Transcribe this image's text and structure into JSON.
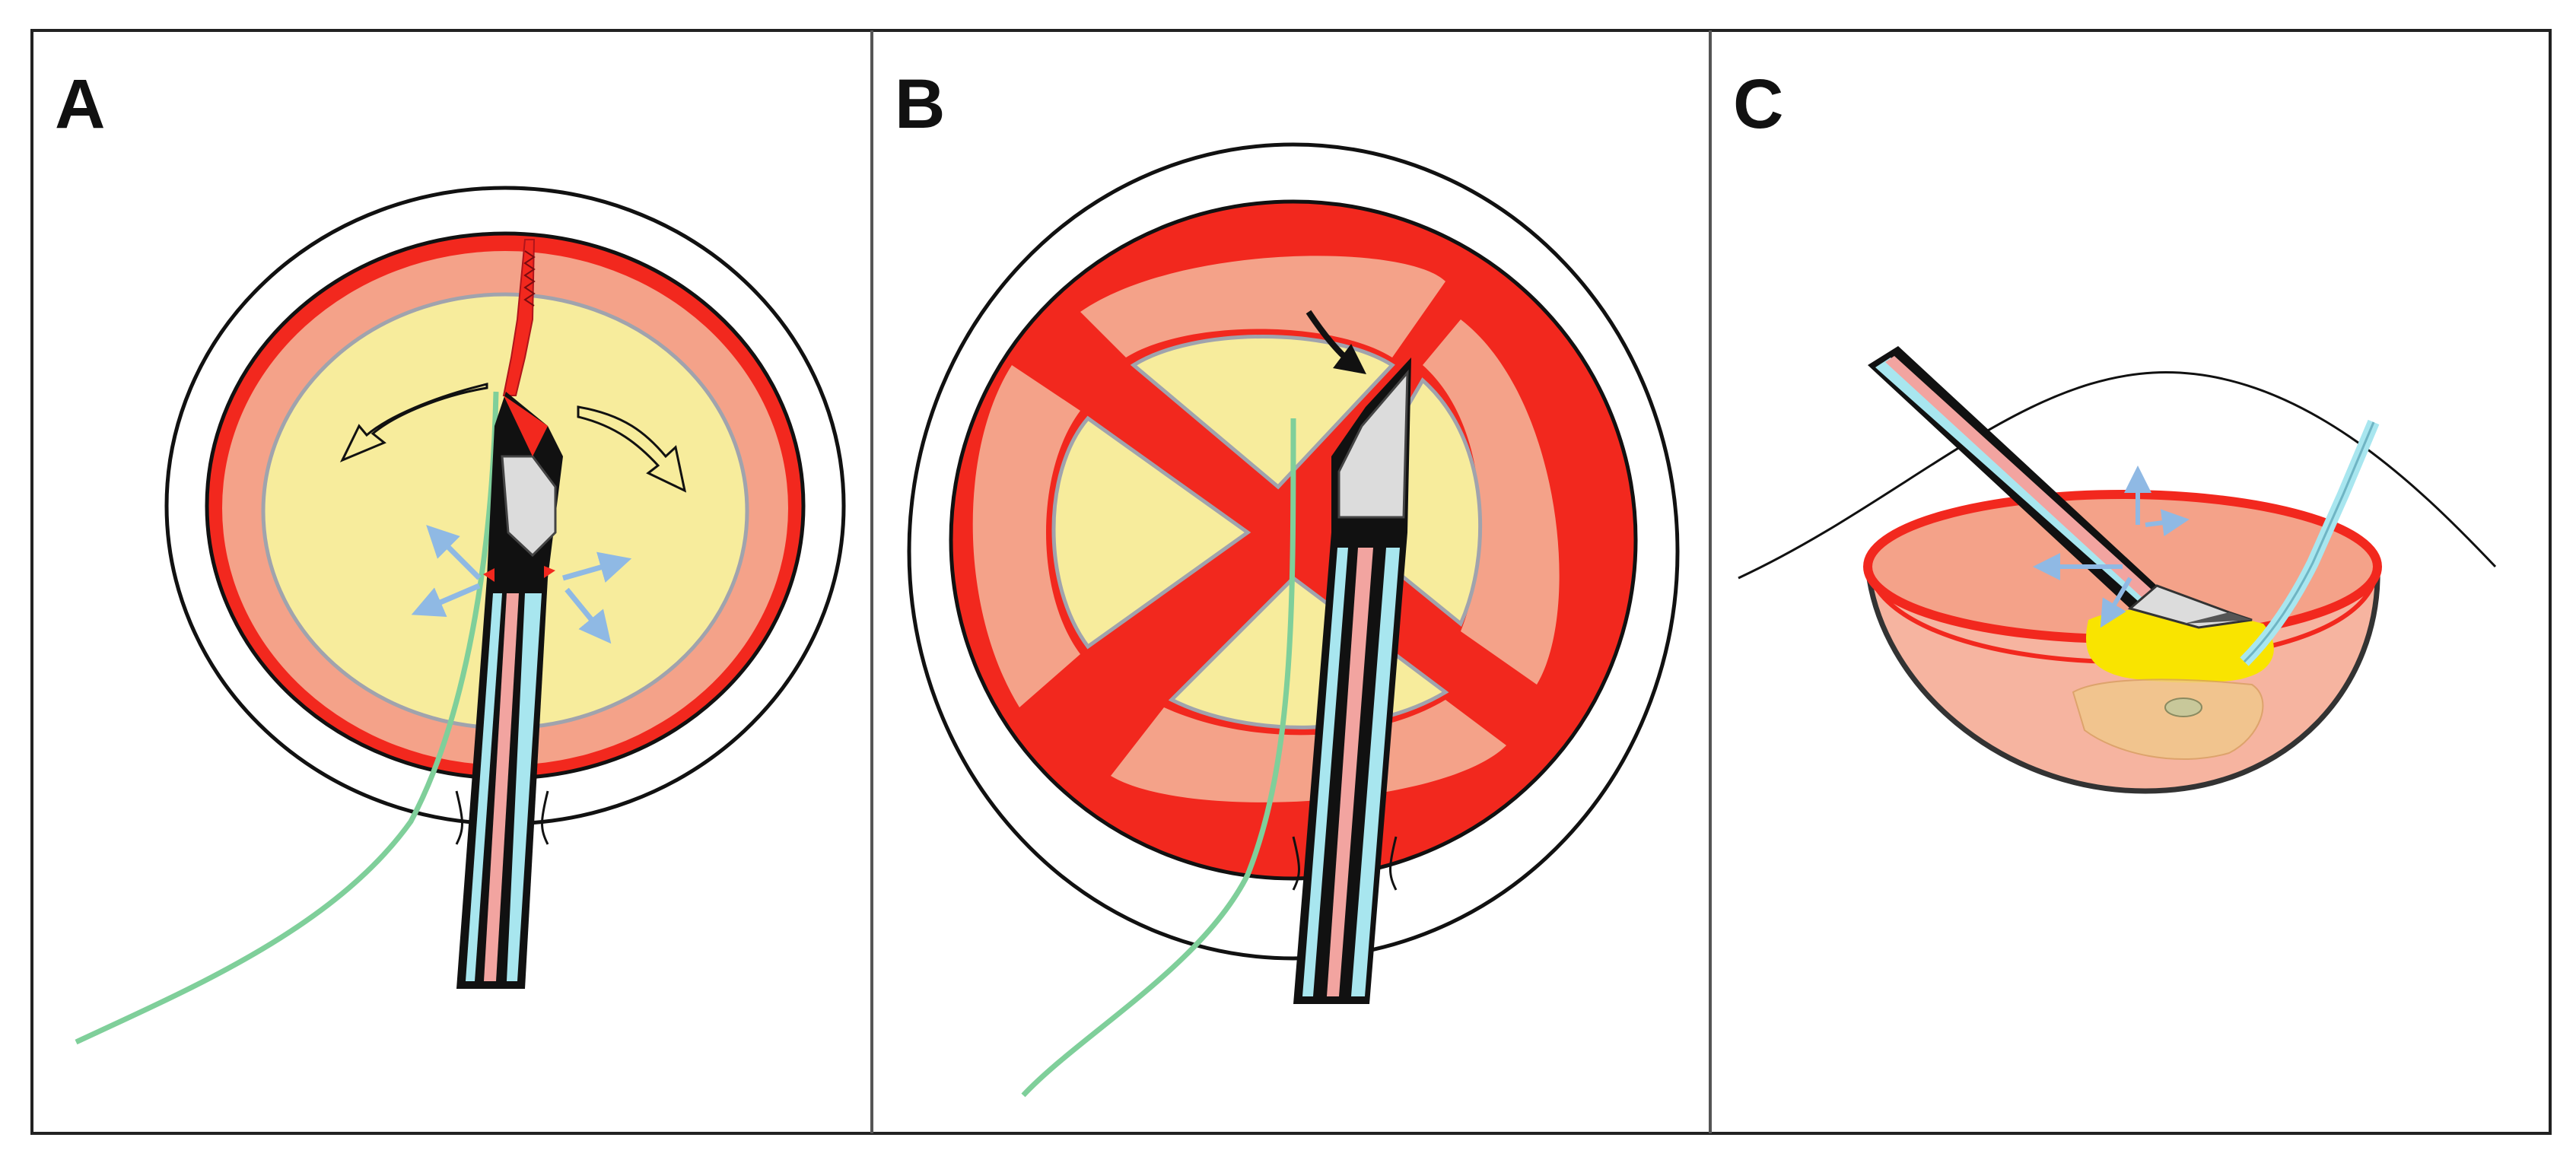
{
  "panels": [
    {
      "id": "A",
      "label": "A"
    },
    {
      "id": "B",
      "label": "B"
    },
    {
      "id": "C",
      "label": "C"
    }
  ],
  "colors": {
    "outline": "#111111",
    "capsule_red": "#f2281e",
    "cortex_salmon": "#f4a289",
    "nucleus_yellow": "#f7ec9c",
    "inner_rim": "#a0a3ad",
    "suture_green": "#7fcf9a",
    "shaft_cyan": "#a8e6ef",
    "shaft_pink": "#f2a4a0",
    "tip_gray": "#dcdcdc",
    "flow_arrow_blue": "#8fb9e4",
    "fragment_yellow": "#f9e400",
    "bowl_pink": "#f6b4a0"
  },
  "icons": [
    "sweep-arrow-left-icon",
    "sweep-arrow-right-icon",
    "black-arrow-icon",
    "flow-arrows-icon"
  ]
}
